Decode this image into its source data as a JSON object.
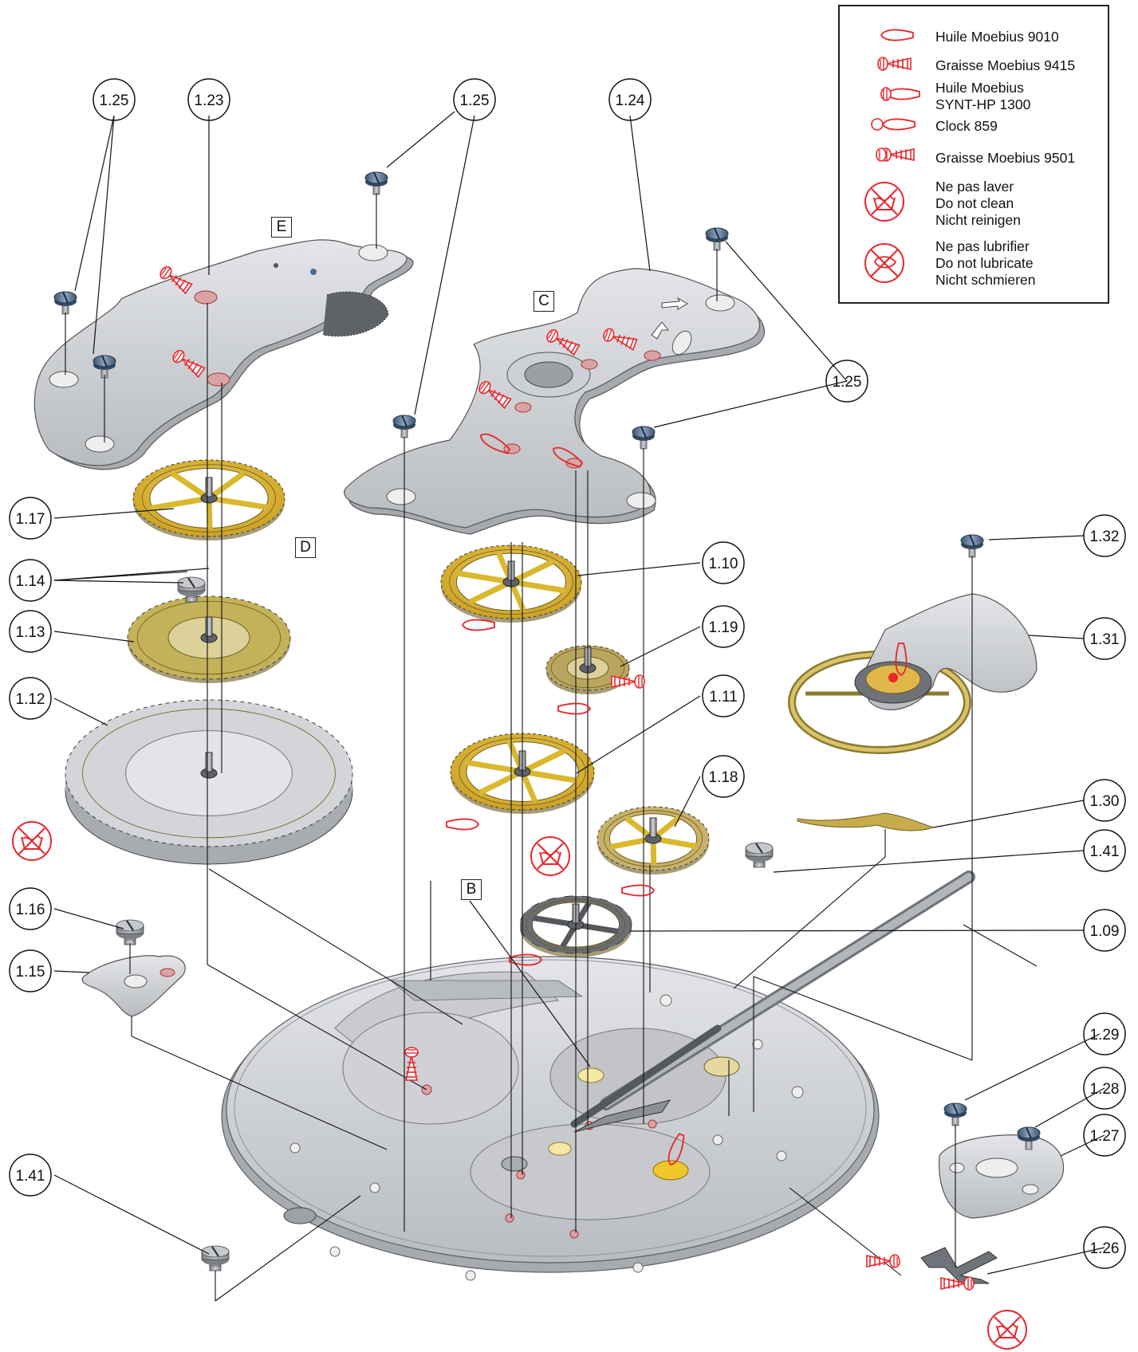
{
  "legend": {
    "items": [
      {
        "icon": "oil-drop-icon",
        "lines": [
          "Huile Moebius 9010"
        ]
      },
      {
        "icon": "grease-ribbed-icon",
        "lines": [
          "Graisse Moebius 9415"
        ]
      },
      {
        "icon": "oil-synt-hp-icon",
        "lines": [
          "Huile Moebius",
          "SYNT-HP 1300"
        ]
      },
      {
        "icon": "clock-oil-icon",
        "lines": [
          "Clock 859"
        ]
      },
      {
        "icon": "grease-9501-icon",
        "lines": [
          "Graisse Moebius 9501"
        ]
      },
      {
        "icon": "do-not-clean-icon",
        "lines": [
          "Ne pas laver",
          "Do not clean",
          "Nicht reinigen"
        ]
      },
      {
        "icon": "do-not-lubricate-icon",
        "lines": [
          "Ne pas lubrifier",
          "Do not lubricate",
          "Nicht schmieren"
        ]
      }
    ]
  },
  "callouts": [
    "1.25",
    "1.23",
    "1.25",
    "1.24",
    "1.25",
    "1.17",
    "1.14",
    "1.13",
    "1.12",
    "1.16",
    "1.15",
    "1.10",
    "1.19",
    "1.11",
    "1.18",
    "1.32",
    "1.31",
    "1.30",
    "1.41",
    "1.09",
    "1.29",
    "1.28",
    "1.27",
    "1.26",
    "1.41"
  ],
  "section_labels": [
    "E",
    "C",
    "D",
    "B"
  ],
  "colors": {
    "metal": "#d2d4d7",
    "metal_edge": "#9b9ea3",
    "gold": "#d9b82e",
    "brass": "#a89a5a",
    "lubricant_red": "#e8262b",
    "screw_blue": "#5b7491",
    "outline": "#1a1a1a"
  }
}
